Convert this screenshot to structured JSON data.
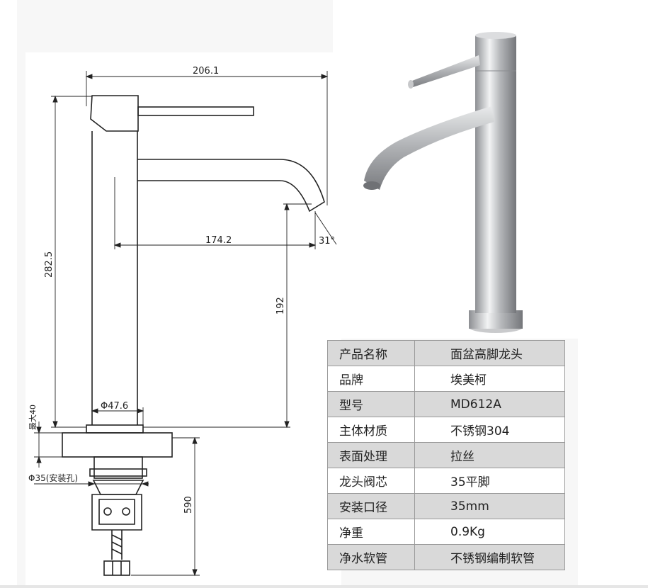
{
  "drawing": {
    "dim_total_width": "206.1",
    "dim_total_height": "282.5",
    "dim_spout_reach": "174.2",
    "dim_spout_height": "192",
    "dim_angle": "31°",
    "dim_body_diameter": "Φ47.6",
    "dim_max_deck": "最大40",
    "dim_install_hole": "Φ35(安装孔)",
    "dim_hose_length": "590"
  },
  "specs": [
    {
      "key": "产品名称",
      "value": "面盆高脚龙头"
    },
    {
      "key": "品牌",
      "value": "埃美柯"
    },
    {
      "key": "型号",
      "value": "MD612A"
    },
    {
      "key": "主体材质",
      "value": "不锈钢304"
    },
    {
      "key": "表面处理",
      "value": "拉丝"
    },
    {
      "key": "龙头阀芯",
      "value": "35平脚"
    },
    {
      "key": "安装口径",
      "value": "35mm"
    },
    {
      "key": "净重",
      "value": "0.9Kg"
    },
    {
      "key": "净水软管",
      "value": "不锈钢编制软管"
    }
  ]
}
